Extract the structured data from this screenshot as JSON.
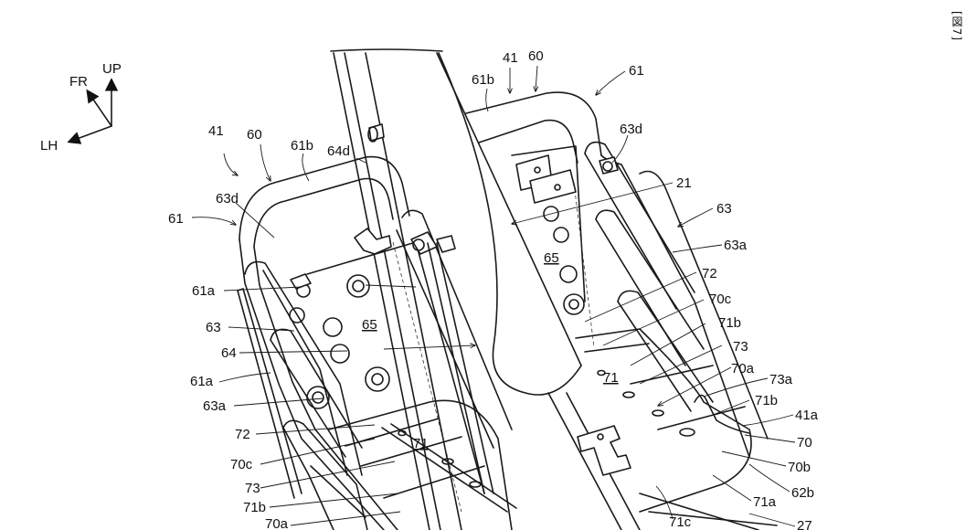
{
  "figure": {
    "label": "[図7]"
  },
  "orientation": {
    "up": "UP",
    "front": "FR",
    "left": "LH"
  },
  "labels": {
    "l41_left": "41",
    "l60_left": "60",
    "l61b_left": "61b",
    "l64d": "64d",
    "l61_left": "61",
    "l63d_left": "63d",
    "l61a_upper": "61a",
    "l63_left": "63",
    "l64": "64",
    "l61a_lower": "61a",
    "l63a_left": "63a",
    "l72_left": "72",
    "l70c_left": "70c",
    "l73_left": "73",
    "l71b_left": "71b",
    "l70a_left": "70a",
    "l65_left": "65",
    "l71_left": "71",
    "l41_right": "41",
    "l60_right": "60",
    "l61b_right": "61b",
    "l61_right": "61",
    "l63d_right": "63d",
    "l21": "21",
    "l63_right": "63",
    "l63a_right": "63a",
    "l65_right": "65",
    "l72_right": "72",
    "l70c_right": "70c",
    "l71b_right_upper": "71b",
    "l73_right": "73",
    "l70a_right": "70a",
    "l73a": "73a",
    "l71_right": "71",
    "l71b_right_lower": "71b",
    "l41a": "41a",
    "l70": "70",
    "l70b": "70b",
    "l62b": "62b",
    "l71a": "71a",
    "l71c": "71c",
    "l27": "27"
  }
}
